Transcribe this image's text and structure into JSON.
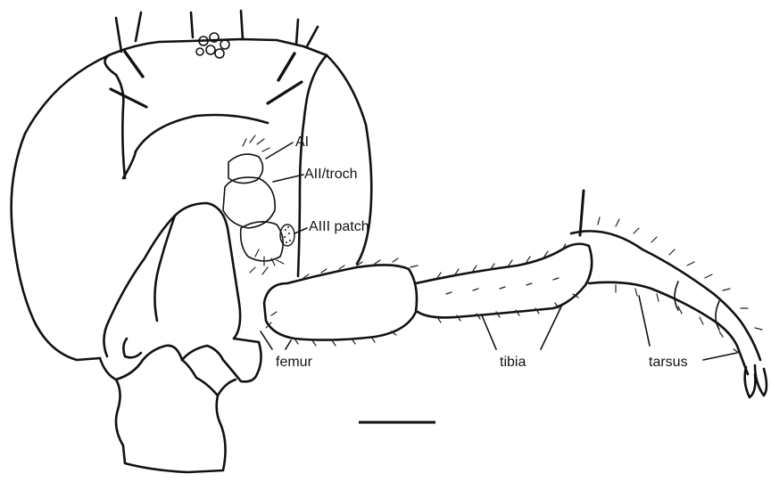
{
  "labels": {
    "a1": "AI",
    "a2": "AII/troch",
    "a3": "AIII patch",
    "femur": "femur",
    "tibia": "tibia",
    "tarsus": "tarsus"
  }
}
